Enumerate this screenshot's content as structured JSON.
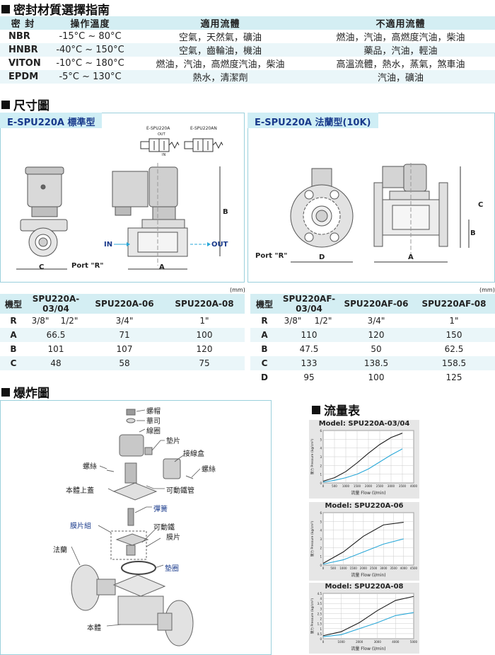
{
  "seal_section": {
    "title": "密封材質選擇指南"
  },
  "seal_table": {
    "headers": [
      "密 封",
      "操作溫度",
      "適用流體",
      "不適用流體"
    ],
    "rows": [
      [
        "NBR",
        "-15°C ~ 80°C",
        "空氣，天然氣，礦油",
        "燃油，汽油，高燃度汽油，柴油"
      ],
      [
        "HNBR",
        "-40°C ~ 150°C",
        "空氣，齒輪油，機油",
        "藥品，汽油，輕油"
      ],
      [
        "VITON",
        "-10°C ~ 180°C",
        "燃油，汽油，高燃度汽油，柴油",
        "高溫流體，熱水，蒸氣，煞車油"
      ],
      [
        "EPDM",
        "-5°C ~ 130°C",
        "熱水，清潔劑",
        "汽油，礦油"
      ]
    ]
  },
  "dimension_section": {
    "title": "尺寸圖"
  },
  "panel_left": {
    "tab": "E-SPU220A 標準型",
    "symbol1": "E-SPU220A",
    "symbol2": "E-SPU220AN",
    "out": "OUT",
    "in": "IN",
    "label_in": "IN",
    "label_out": "OUT",
    "label_port": "Port \"R\"",
    "label_c": "C",
    "label_a": "A",
    "label_b": "B"
  },
  "panel_right": {
    "tab": "E-SPU220A 法蘭型(10K)",
    "label_port": "Port \"R\"",
    "label_d": "D",
    "label_a": "A",
    "label_b": "B",
    "label_c": "C"
  },
  "dim_left": {
    "unit": "(mm)",
    "headers": [
      "機型",
      "SPU220A-03/04",
      "SPU220A-06",
      "SPU220A-08"
    ],
    "r_row": [
      "R",
      "3/8\"",
      "1/2\"",
      "3/4\"",
      "1\""
    ],
    "rows": [
      [
        "A",
        "66.5",
        "71",
        "100"
      ],
      [
        "B",
        "101",
        "107",
        "120"
      ],
      [
        "C",
        "48",
        "58",
        "75"
      ]
    ]
  },
  "dim_right": {
    "unit": "(mm)",
    "headers": [
      "機型",
      "SPU220AF-03/04",
      "SPU220AF-06",
      "SPU220AF-08"
    ],
    "r_row": [
      "R",
      "3/8\"",
      "1/2\"",
      "3/4\"",
      "1\""
    ],
    "rows": [
      [
        "A",
        "110",
        "120",
        "150"
      ],
      [
        "B",
        "47.5",
        "50",
        "62.5"
      ],
      [
        "C",
        "133",
        "138.5",
        "158.5"
      ],
      [
        "D",
        "95",
        "100",
        "125"
      ]
    ]
  },
  "exploded_section": {
    "title": "爆炸圖"
  },
  "exploded_labels": {
    "nut": "螺帽",
    "washer": "華司",
    "coil": "線圈",
    "gasket1": "墊片",
    "junction_box": "接線盒",
    "screw_left": "螺絲",
    "screw_right": "螺絲",
    "bonnet": "本體上蓋",
    "plunger_tube": "可動鐵管",
    "spring": "彈簧",
    "diaphragm_assy": "膜片組",
    "plunger": "可動鐵",
    "diaphragm": "膜片",
    "flange": "法蘭",
    "o_ring": "墊圈",
    "body": "本體"
  },
  "flow_section": {
    "title": "流量表"
  },
  "chart_data": [
    {
      "type": "line",
      "title": "Model: SPU220A-03/04",
      "xlabel": "流量 Flow (l/min)",
      "ylabel": "壓力 Pressure (kg/cm²)",
      "xlim": [
        0,
        4000
      ],
      "ylim": [
        0,
        6
      ],
      "xticks": [
        0,
        500,
        1000,
        1500,
        2000,
        2500,
        3000,
        3500,
        4000
      ],
      "yticks": [
        0,
        1,
        2,
        3,
        4,
        5,
        6
      ],
      "series": [
        {
          "color": "#1a1a1a",
          "x": [
            0,
            500,
            1000,
            1500,
            2000,
            2500,
            3000,
            3500
          ],
          "y": [
            0.2,
            0.6,
            1.3,
            2.3,
            3.4,
            4.4,
            5.2,
            5.7
          ]
        },
        {
          "color": "#2aa8d8",
          "x": [
            0,
            500,
            1000,
            1500,
            2000,
            2500,
            3000,
            3500
          ],
          "y": [
            0.1,
            0.3,
            0.6,
            1.0,
            1.6,
            2.4,
            3.2,
            3.9
          ]
        }
      ]
    },
    {
      "type": "line",
      "title": "Model: SPU220A-06",
      "xlabel": "流量 Flow (l/min)",
      "ylabel": "壓力 Pressure (kg/cm²)",
      "xlim": [
        0,
        4500
      ],
      "ylim": [
        0,
        6
      ],
      "xticks": [
        0,
        500,
        1000,
        1500,
        2000,
        2500,
        3000,
        3500,
        4000,
        4500
      ],
      "yticks": [
        0,
        1,
        2,
        3,
        4,
        5,
        6
      ],
      "series": [
        {
          "color": "#1a1a1a",
          "x": [
            0,
            1000,
            2000,
            3000,
            4000
          ],
          "y": [
            0.2,
            1.5,
            3.3,
            4.6,
            4.9
          ]
        },
        {
          "color": "#2aa8d8",
          "x": [
            0,
            1000,
            2000,
            3000,
            4000
          ],
          "y": [
            0.1,
            0.6,
            1.5,
            2.4,
            3.0
          ]
        }
      ]
    },
    {
      "type": "line",
      "title": "Model: SPU220A-08",
      "xlabel": "流量 Flow (l/min)",
      "ylabel": "壓力 Pressure (kg/cm²)",
      "xlim": [
        0,
        5000
      ],
      "ylim": [
        0,
        4.5
      ],
      "xticks": [
        0,
        1000,
        2000,
        3000,
        4000,
        5000
      ],
      "yticks": [
        0,
        0.5,
        1,
        1.5,
        2,
        2.5,
        3,
        3.5,
        4,
        4.5
      ],
      "series": [
        {
          "color": "#1a1a1a",
          "x": [
            0,
            1000,
            2000,
            3000,
            4000,
            5000
          ],
          "y": [
            0.3,
            0.7,
            1.6,
            2.8,
            3.8,
            4.2
          ]
        },
        {
          "color": "#2aa8d8",
          "x": [
            0,
            1000,
            2000,
            3000,
            4000,
            5000
          ],
          "y": [
            0.2,
            0.4,
            1.0,
            1.6,
            2.3,
            2.6
          ]
        }
      ]
    }
  ]
}
